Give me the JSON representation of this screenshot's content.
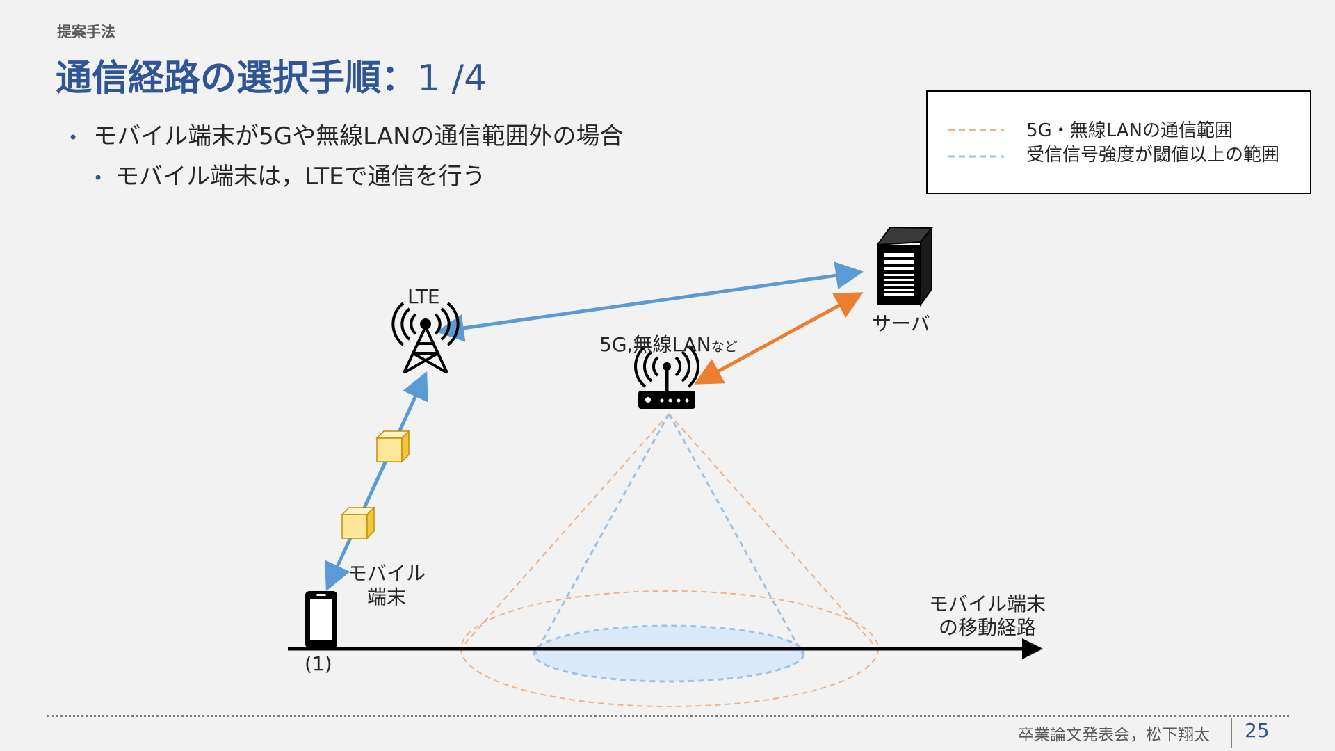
{
  "header": {
    "section": "提案手法",
    "title": "通信経路の選択手順：",
    "page_fraction": "1 /4"
  },
  "bullets": [
    "モバイル端末が5Gや無線LANの通信範囲外の場合",
    "モバイル端末は，LTEで通信を行う"
  ],
  "legend": {
    "items": [
      {
        "label": "5G・無線LANの通信範囲",
        "color": "#f4b183"
      },
      {
        "label": "受信信号強度が閾値以上の範囲",
        "color": "#9dc3e6"
      }
    ]
  },
  "diagram": {
    "lte_label": "LTE",
    "ap_label": "5G,無線LAN",
    "ap_suffix": "など",
    "server_label": "サーバ",
    "mobile_label_line1": "モバイル",
    "mobile_label_line2": "端末",
    "path_label_line1": "モバイル端末",
    "path_label_line2": "の移動経路",
    "position_label": "(1)",
    "colors": {
      "lte_link": "#5b9bd5",
      "wifi_link": "#ed7d31",
      "packet": "#ffe699",
      "coverage_fill": "#dae8f8"
    }
  },
  "footer": {
    "author": "卒業論文発表会，松下翔太",
    "page_number": "25"
  }
}
